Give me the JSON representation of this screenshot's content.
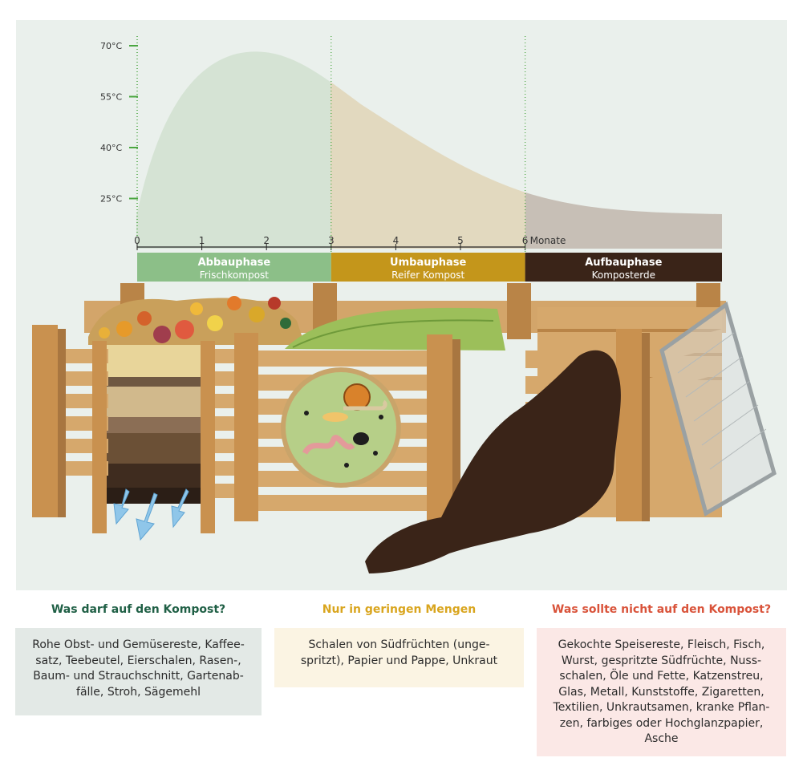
{
  "chart_data": {
    "type": "area",
    "y_ticks": [
      "70°C",
      "55°C",
      "40°C",
      "25°C"
    ],
    "x_ticks": [
      "0",
      "1",
      "2",
      "3",
      "4",
      "5",
      "6"
    ],
    "x_unit": "Monate",
    "phases": [
      {
        "title": "Abbauphase",
        "subtitle": "Frischkompost",
        "from": 0,
        "to": 3,
        "color": "#8cbf88"
      },
      {
        "title": "Umbauphase",
        "subtitle": "Reifer Kompost",
        "from": 3,
        "to": 6,
        "color": "#c4961b"
      },
      {
        "title": "Aufbauphase",
        "subtitle": "Komposterde",
        "from": 6,
        "to": 9,
        "color": "#3a2418"
      }
    ]
  },
  "columns": [
    {
      "heading": "Was darf auf den Kompost?",
      "color": "#1f5f45",
      "bg": "#e3e9e6",
      "lines": [
        "Rohe Obst- und Gemüsereste, Kaffee-",
        "satz, Teebeutel, Eierschalen, Rasen-,",
        "Baum- und Strauchschnitt, Gartenab-",
        "fälle, Stroh, Sägemehl"
      ]
    },
    {
      "heading": "Nur in geringen Mengen",
      "color": "#d9a51e",
      "bg": "#fbf4e3",
      "lines": [
        "Schalen von Südfrüchten (unge-",
        "spritzt), Papier und Pappe, Unkraut"
      ]
    },
    {
      "heading": "Was sollte nicht auf den Kompost?",
      "color": "#d9533a",
      "bg": "#fbe8e6",
      "lines": [
        "Gekochte Speisereste, Fleisch, Fisch,",
        "Wurst, gespritzte Südfrüchte, Nuss-",
        "schalen, Öle und Fette, Katzenstreu,",
        "Glas, Metall, Kunststoffe, Zigaretten,",
        "Textilien, Unkrautsamen, kranke Pflan-",
        "zen, farbiges oder Hochglanzpapier,",
        "Asche"
      ]
    }
  ]
}
